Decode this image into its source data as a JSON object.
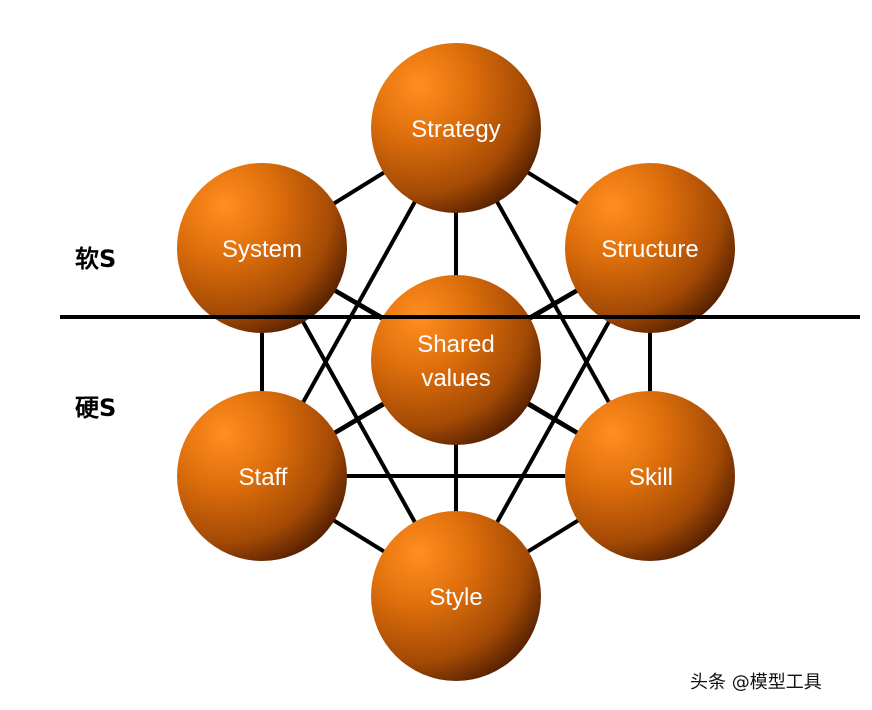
{
  "diagram": {
    "nodes": [
      {
        "id": "strategy",
        "label": "Strategy"
      },
      {
        "id": "system",
        "label": "System"
      },
      {
        "id": "structure",
        "label": "Structure"
      },
      {
        "id": "shared",
        "label_lines": [
          "Shared",
          "values"
        ]
      },
      {
        "id": "staff",
        "label": "Staff"
      },
      {
        "id": "skill",
        "label": "Skill"
      },
      {
        "id": "style",
        "label": "Style"
      }
    ],
    "soft_label": "软S",
    "hard_label": "硬S",
    "watermark": "头条 @模型工具"
  },
  "colors": {
    "node_highlight": "#ff8c1a",
    "node_base": "#c85f07",
    "node_shadow": "#5a2200",
    "line": "#000000"
  }
}
